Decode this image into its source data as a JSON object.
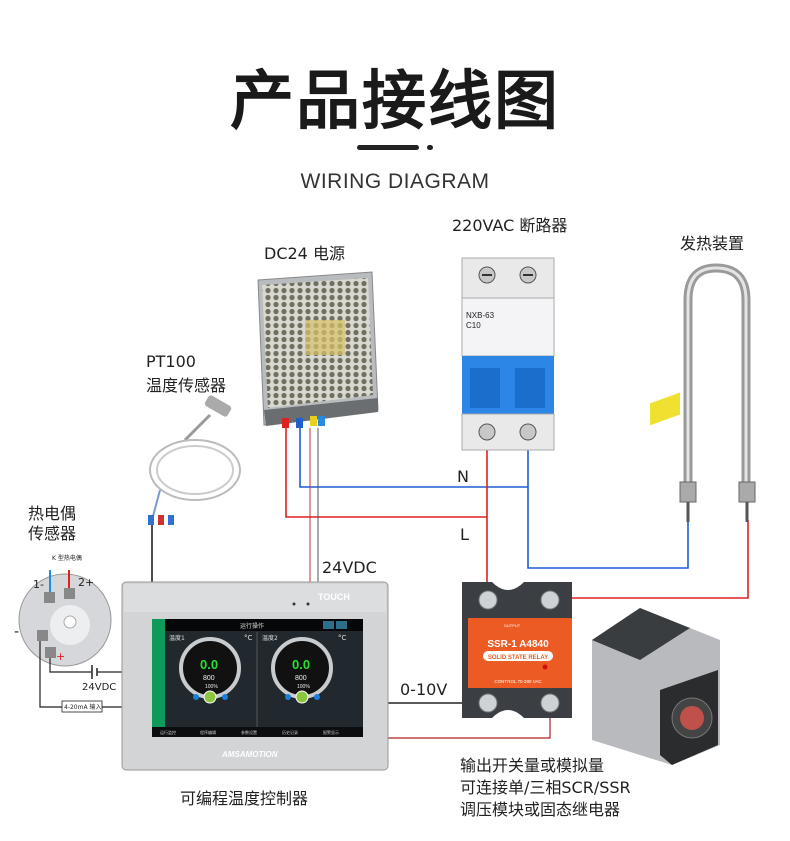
{
  "header": {
    "title": "产品接线图",
    "subtitle": "WIRING DIAGRAM"
  },
  "labels": {
    "breaker": "220VAC 断路器",
    "heater": "发热装置",
    "power_supply": "DC24 电源",
    "pt100_line1": "PT100",
    "pt100_line2": "温度传感器",
    "thermocouple_line1": "热电偶",
    "thermocouple_line2": "传感器",
    "dc24": "24VDC",
    "neutral": "N",
    "live": "L",
    "analog": "0-10V",
    "controller": "可编程温度控制器",
    "output_line1": "输出开关量或模拟量",
    "output_line2": "可连接单/三相SCR/SSR",
    "output_line3": "调压模块或固态继电器"
  },
  "transmitter": {
    "type": "K 型热电偶",
    "t1": "1-",
    "t2": "2+",
    "minus": "-",
    "plus": "+",
    "supply": "24VDC",
    "loop": "4-20mA 输入"
  },
  "breaker_device": {
    "model": "NXB-63",
    "rating": "C10"
  },
  "controller_device": {
    "brand": "TOUCH",
    "maker": "AMSAMOTION",
    "screen_title": "运行操作",
    "zone1": "温度1",
    "zone2": "温度2",
    "unit": "°C",
    "pv": "0.0",
    "sv": "800",
    "output": "100%",
    "tabs": [
      "运行监控",
      "程序编辑",
      "参数设置",
      "历史记录",
      "报警显示"
    ]
  },
  "ssr": {
    "model": "SSR-1 A4840",
    "name": "SOLID STATE RELAY",
    "output": "OUTPUT",
    "control": "CONTROL 70-280 VAC"
  },
  "colors": {
    "live": "#e02020",
    "neutral": "#1f5fd0",
    "signal": "#222222",
    "accent": "#0d9a5a"
  }
}
